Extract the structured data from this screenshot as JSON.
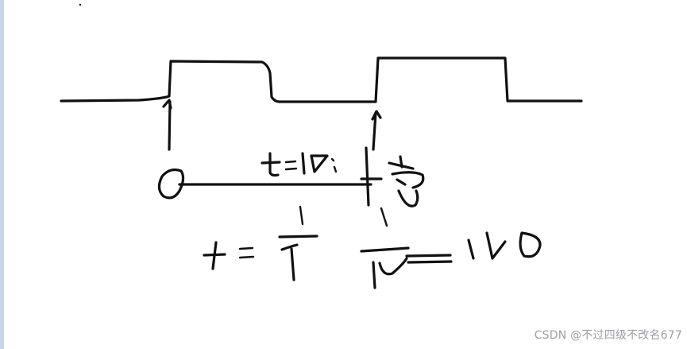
{
  "watermark": {
    "text": "CSDN @不过四级不改名677"
  },
  "handwriting": {
    "period_note": "t = 10 ms",
    "formula": "f = 1/T = 1/10 = 100"
  },
  "colors": {
    "ink": "#111111",
    "background": "#ffffff",
    "watermark": "#9aa0a6"
  }
}
